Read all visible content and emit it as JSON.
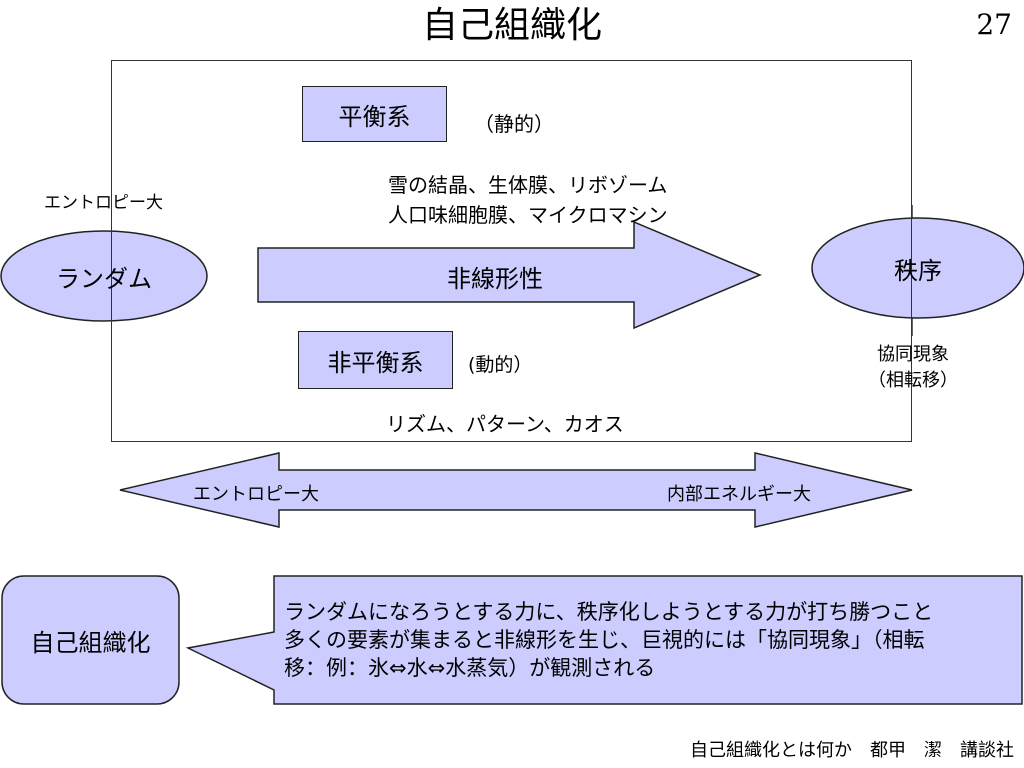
{
  "title": "自己組織化",
  "page_number": "27",
  "equilibrium": {
    "label": "平衡系",
    "note": "（静的）"
  },
  "examples_static": [
    "雪の結晶、生体膜、リボゾーム",
    "人口味細胞膜、マイクロマシン"
  ],
  "entropy_large_left": "エントロピー大",
  "random_label": "ランダム",
  "nonlinear_label": "非線形性",
  "order_label": "秩序",
  "nonequilibrium": {
    "label": "非平衡系",
    "note": "(動的）"
  },
  "synergetic": [
    "協同現象",
    "（相転移）"
  ],
  "examples_dynamic": "リズム、パターン、カオス",
  "double_arrow": {
    "left": "エントロピー大",
    "right": "内部エネルギー大"
  },
  "self_org_box": "自己組織化",
  "callout_lines": [
    "ランダムになろうとする力に、秩序化しようとする力が打ち勝つこと",
    "多くの要素が集まると非線形を生じ、巨視的には「協同現象」（相転",
    "移：例：氷⇔水⇔水蒸気）が観測される"
  ],
  "footer": "自己組織化とは何か　都甲　潔　講談社",
  "colors": {
    "fill": "#ccccff",
    "stroke": "#222222"
  }
}
